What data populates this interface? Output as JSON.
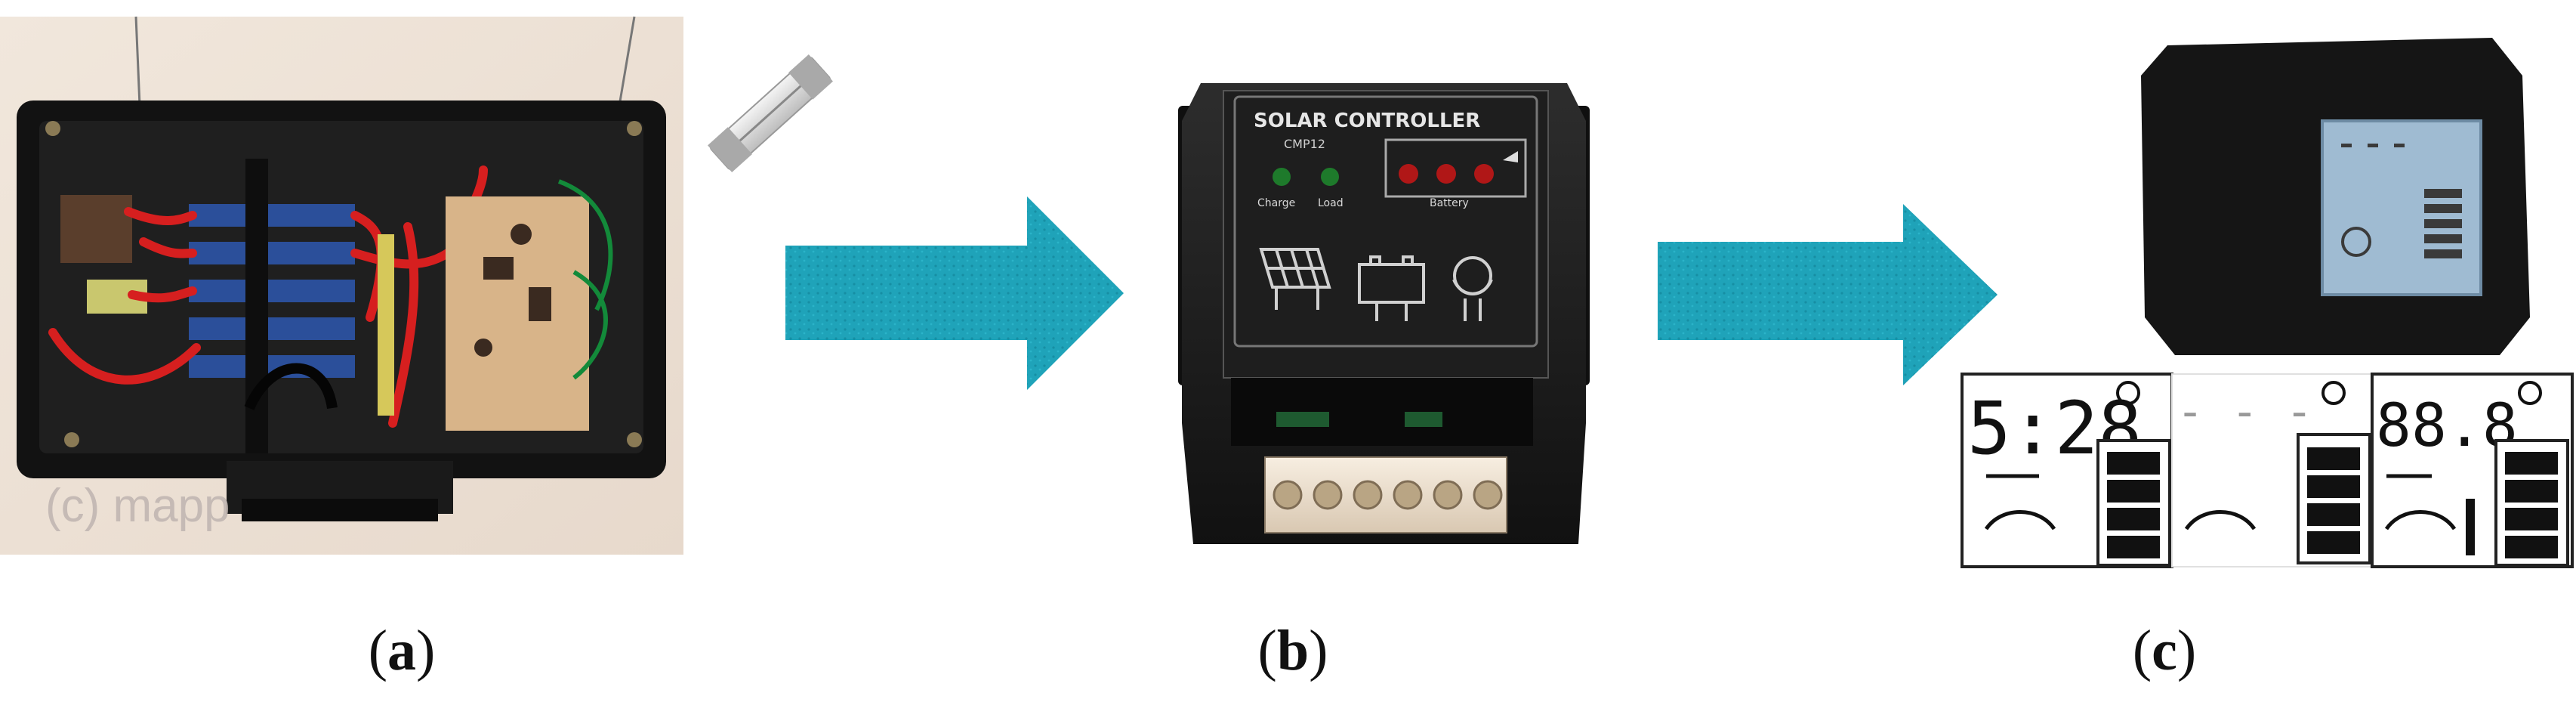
{
  "panels": [
    {
      "id": "a",
      "caption_open": "(",
      "caption_letter": "a",
      "caption_close": ")"
    },
    {
      "id": "b",
      "caption_open": "(",
      "caption_letter": "b",
      "caption_close": ")"
    },
    {
      "id": "c",
      "caption_open": "(",
      "caption_letter": "c",
      "caption_close": ")"
    }
  ],
  "panel_a": {
    "watermark": "(c) mapp"
  },
  "panel_b": {
    "title": "SOLAR CONTROLLER",
    "model": "CMP12",
    "led_labels": [
      "Charge",
      "Load",
      "Battery"
    ]
  },
  "panel_c": {
    "displays": [
      {
        "readout": "5:28"
      },
      {
        "readout": "- - -"
      },
      {
        "readout": "88.8"
      }
    ]
  },
  "colors": {
    "arrow": "#1fa3b9",
    "housing": "#1b1b1b",
    "pcb": "#d8b489",
    "wire_red": "#d61f1f",
    "led_green": "#1e7a2b",
    "led_red": "#b01717"
  }
}
